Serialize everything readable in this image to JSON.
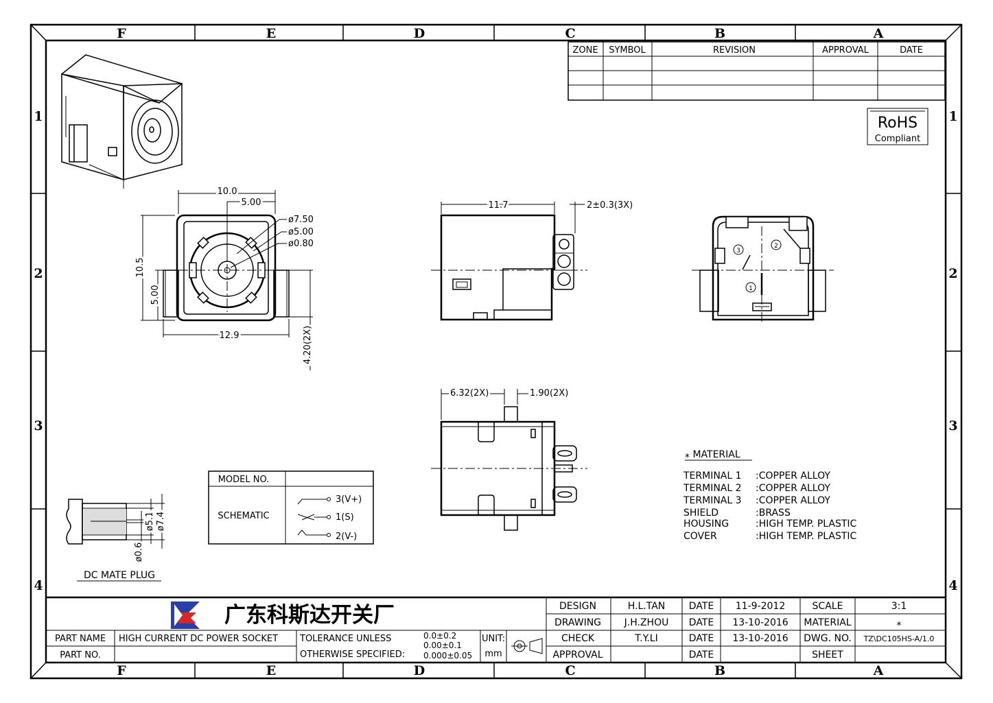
{
  "zones": {
    "columns": [
      "F",
      "E",
      "D",
      "C",
      "B",
      "A"
    ],
    "rows": [
      "1",
      "2",
      "3",
      "4"
    ]
  },
  "revision_table": {
    "headers": [
      "ZONE",
      "SYMBOL",
      "REVISION",
      "APPROVAL",
      "DATE"
    ]
  },
  "rohs": {
    "title": "RoHS",
    "subtitle": "Compliant"
  },
  "front_view": {
    "width": "10.0",
    "half_width": "5.00",
    "d_outer": "ø7.50",
    "d_mid": "ø5.00",
    "d_pin": "ø0.80",
    "height": "10.5",
    "half_height": "5.00",
    "base_width": "12.9",
    "foot": "4.20(2X)"
  },
  "side_view": {
    "length": "11.7",
    "terminal": "2±0.3(3X)"
  },
  "rear_view": {
    "marks": [
      "①",
      "②",
      "③"
    ]
  },
  "bottom_view": {
    "pitch_a": "6.32(2X)",
    "pitch_b": "1.90(2X)"
  },
  "model_table": {
    "model_label": "MODEL NO.",
    "model_value": "",
    "schematic_label": "SCHEMATIC",
    "pins": [
      "3(V+)",
      "1(S)",
      "2(V-)"
    ]
  },
  "mate_plug": {
    "label": "DC MATE PLUG",
    "d1": "ø5.1",
    "d2": "ø7.4",
    "d3": "ø0.6"
  },
  "material": {
    "title": "⁎ MATERIAL",
    "rows": [
      {
        "part": "TERMINAL 1",
        "spec": ":COPPER ALLOY"
      },
      {
        "part": "TERMINAL 2",
        "spec": ":COPPER ALLOY"
      },
      {
        "part": "TERMINAL 3",
        "spec": ":COPPER ALLOY"
      },
      {
        "part": "SHIELD",
        "spec": ":BRASS"
      },
      {
        "part": "HOUSING",
        "spec": ":HIGH TEMP. PLASTIC"
      },
      {
        "part": "COVER",
        "spec": ":HIGH TEMP. PLASTIC"
      }
    ]
  },
  "title_block": {
    "company": "广东科斯达开关厂",
    "part_name_label": "PART NAME",
    "part_name": "HIGH CURRENT DC POWER SOCKET",
    "part_no_label": "PART NO.",
    "part_no": "",
    "tolerance_1": "TOLERANCE UNLESS",
    "tolerance_2": "OTHERWISE SPECIFIED:",
    "tol_values": [
      "0.0±0.2",
      "0.00±0.1",
      "0.000±0.05"
    ],
    "unit_label": "UNIT:",
    "unit": "mm",
    "design_label": "DESIGN",
    "design_name": "H.L.TAN",
    "design_date": "11-9-2012",
    "drawing_label": "DRAWING",
    "drawing_name": "J.H.ZHOU",
    "drawing_date": "13-10-2016",
    "check_label": "CHECK",
    "check_name": "T.Y.LI",
    "check_date": "13-10-2016",
    "approval_label": "APPROVAL",
    "approval_name": "",
    "approval_date": "",
    "date_label": "DATE",
    "scale_label": "SCALE",
    "scale": "3:1",
    "material_label": "MATERIAL",
    "material": "⁎",
    "dwg_label": "DWG. NO.",
    "dwg_no": "TZ\\DC105HS-A/1.0",
    "sheet_label": "SHEET",
    "sheet": ""
  },
  "colors": {
    "logo_blue": "#2a3fa8",
    "logo_red": "#d62828",
    "ink": "#000000"
  }
}
